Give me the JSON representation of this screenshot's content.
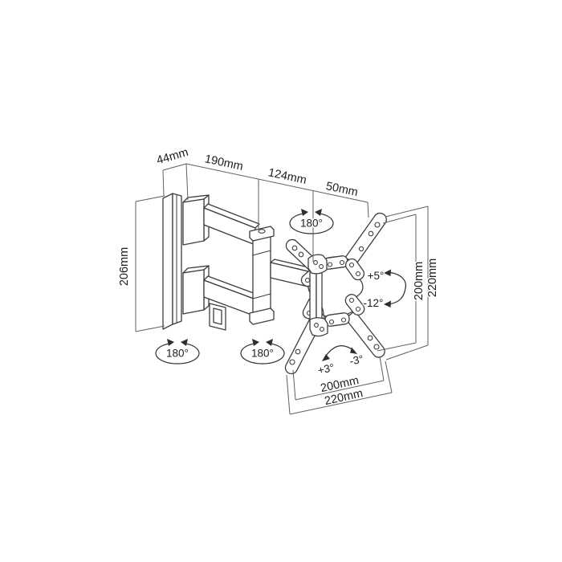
{
  "meta": {
    "description": "Technical dimension drawing of an articulating TV wall mount bracket",
    "background": "#ffffff"
  },
  "colors": {
    "outline": "#3d3d3d",
    "dimension_line": "#5f5f5f",
    "text": "#1d1d1d"
  },
  "dimensions": {
    "wall_plate_depth": "44mm",
    "first_arm_length": "190mm",
    "second_arm_length": "124mm",
    "head_offset": "50mm",
    "wall_plate_height": "206mm",
    "vesa_height_inner": "200mm",
    "vesa_height_outer": "220mm",
    "vesa_width_inner": "200mm",
    "vesa_width_outer": "220mm"
  },
  "angles": {
    "head_swivel": "180°",
    "wall_swivel": "180°",
    "elbow_swivel": "180°",
    "tilt_up": "+5°",
    "tilt_down": "-12°",
    "level_left": "+3°",
    "level_right": "-3°"
  }
}
